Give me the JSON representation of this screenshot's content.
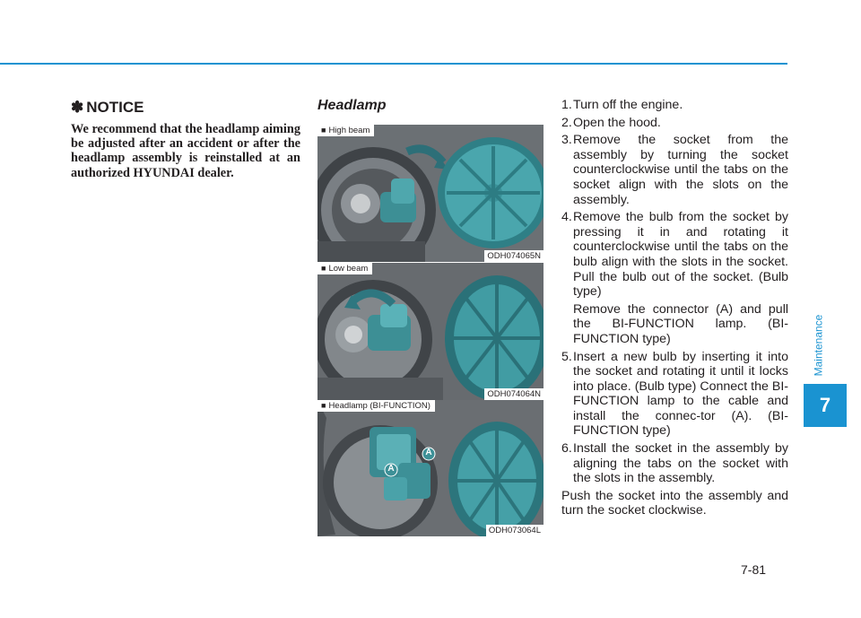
{
  "header": {
    "accent_color": "#1a93d1"
  },
  "sidebar": {
    "section_label": "Maintenance",
    "chapter_number": "7"
  },
  "footer": {
    "page_number": "7-81"
  },
  "notice": {
    "symbol": "✽",
    "title": "NOTICE",
    "text": "We recommend that the headlamp aiming be adjusted after an accident or after the headlamp assembly is reinstalled at an authorized HYUNDAI dealer."
  },
  "section": {
    "title": "Headlamp"
  },
  "images": [
    {
      "label": "High beam",
      "code": "ODH074065N"
    },
    {
      "label": "Low beam",
      "code": "ODH074064N"
    },
    {
      "label": "Headlamp (BI-FUNCTION)",
      "code": "ODH073064L",
      "callout": "A"
    }
  ],
  "steps": [
    {
      "num": "1.",
      "text": "Turn off the engine."
    },
    {
      "num": "2.",
      "text": "Open the hood."
    },
    {
      "num": "3.",
      "text": "Remove the socket from the assembly by turning the socket counterclockwise until the tabs on the socket align with the slots on the assembly."
    },
    {
      "num": "4.",
      "text": "Remove the bulb from the socket by pressing it in and rotating it counterclockwise until the tabs on the bulb align with the slots in the socket. Pull the bulb out of the socket. (Bulb type)",
      "extra": "Remove the connector (A) and pull the BI-FUNCTION lamp. (BI-FUNCTION type)"
    },
    {
      "num": "5.",
      "text": "Insert a new bulb by inserting it into the socket and rotating it until it locks into place. (Bulb type) Connect the BI-FUNCTION lamp to the cable and install the connec-tor (A). (BI-FUNCTION type)"
    },
    {
      "num": "6.",
      "text": "Install the socket in the assembly by aligning the tabs on the socket with the slots in the assembly."
    }
  ],
  "closing": "Push the socket into the assembly and turn the socket clockwise."
}
